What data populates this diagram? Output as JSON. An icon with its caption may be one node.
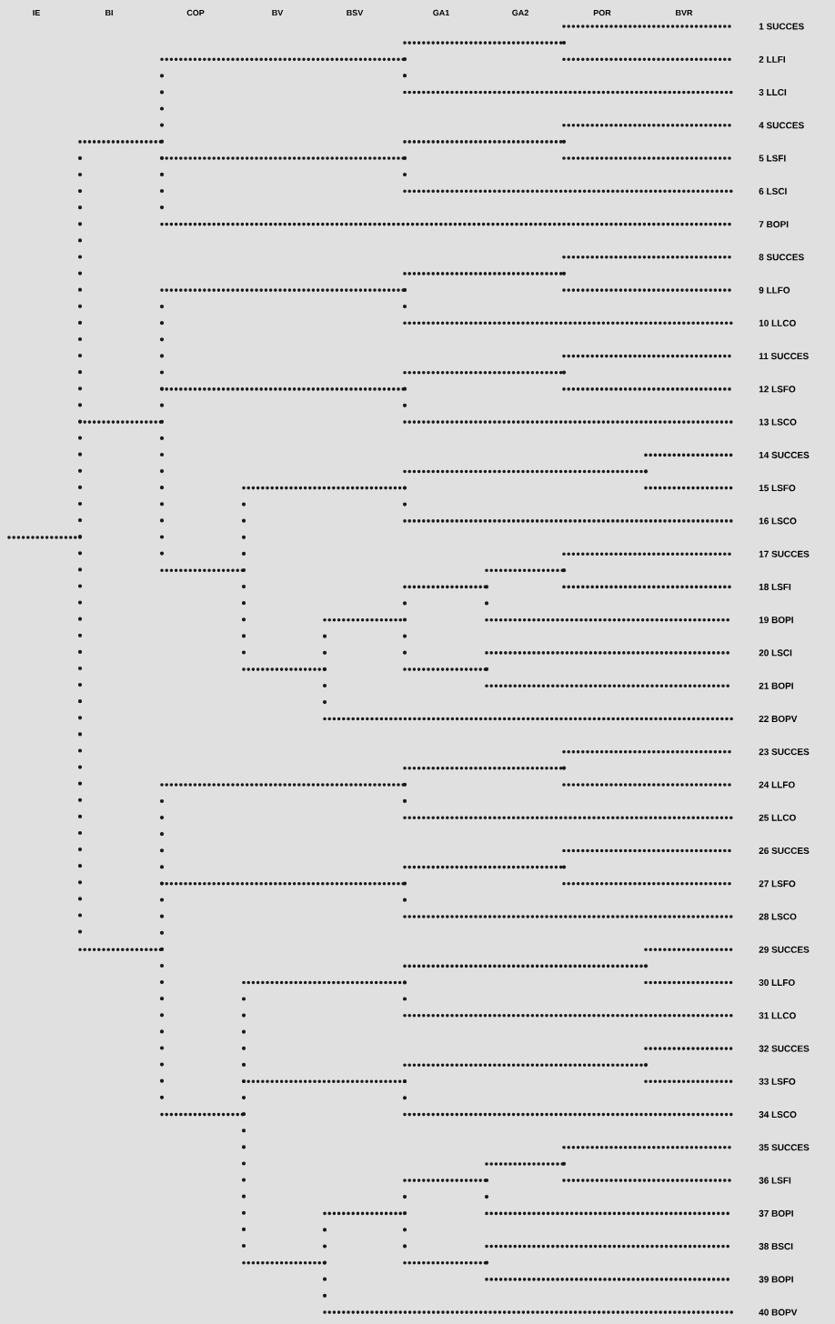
{
  "diagram": {
    "labels": [
      "IE",
      "BI",
      "COP",
      "BV",
      "BSV",
      "GA1",
      "GA2",
      "POR",
      "BVR",
      "1 SUCCES",
      "2 LLFI",
      "3 LLCI",
      "4 SUCCES",
      "5 LSFI",
      "6 LSCI",
      "7 BOPI",
      "8 SUCCES",
      "9 LLFO",
      "10 LLCO",
      "11 SUCCES",
      "12 LSFO",
      "13 LSCO",
      "14 SUCCES",
      "15 LSFO",
      "16 LSCO",
      "17 SUCCES",
      "18 LSFI",
      "19 BOPI",
      "20 LSCI",
      "21 BOPI",
      "22 BOPV",
      "23 SUCCES",
      "24 LLFO",
      "25 LLCO",
      "26 SUCCES",
      "27 LSFO",
      "28 LSCO",
      "29 SUCCES",
      "30 LLFO",
      "31 LLCO",
      "32 SUCCES",
      "33 LSFO",
      "34 LSCO",
      "35 SUCCES",
      "36 LSFI",
      "37 BOPI",
      "38 BSCI",
      "39 BOPI",
      "40 BOPV"
    ]
  }
}
